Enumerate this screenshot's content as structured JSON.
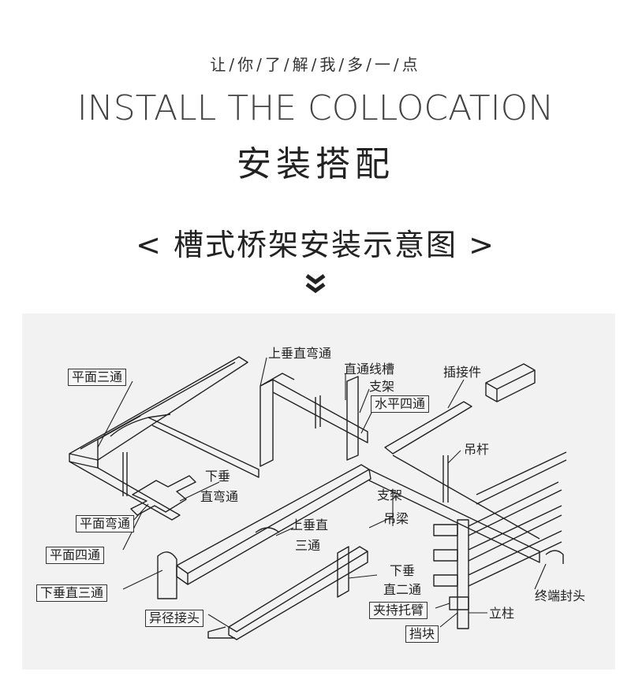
{
  "header": {
    "tagline": "让/你/了/解/我/多/一/点",
    "en_title": "INSTALL THE COLLOCATION",
    "cn_title": "安装搭配",
    "sub_title": "< 槽式桥架安装示意图 >"
  },
  "icons": {
    "scroll_down": "double-chevron-down-icon"
  },
  "diagram": {
    "labels": {
      "upper_vertical_elbow": "上垂直弯通",
      "straight_trough": "直通线槽",
      "plug_connector": "插接件",
      "bracket_top": "支架",
      "horizontal_cross": "水平四通",
      "flat_tee": "平面三通",
      "hanger_rod": "吊杆",
      "lower_vertical_elbow_1": "下垂",
      "lower_vertical_elbow_2": "直弯通",
      "bracket_mid": "支架",
      "flat_elbow": "平面弯通",
      "hanger_beam": "吊梁",
      "upper_vertical_tee_1": "上垂直",
      "upper_vertical_tee_2": "三通",
      "flat_cross": "平面四通",
      "lower_vertical_tee": "下垂直三通",
      "lower_vertical_straight_1": "下垂",
      "lower_vertical_straight_2": "直二通",
      "end_cap": "终端封头",
      "reducer": "异径接头",
      "clamp_bracket": "夹持托臂",
      "column": "立柱",
      "stop_block": "挡块"
    }
  }
}
